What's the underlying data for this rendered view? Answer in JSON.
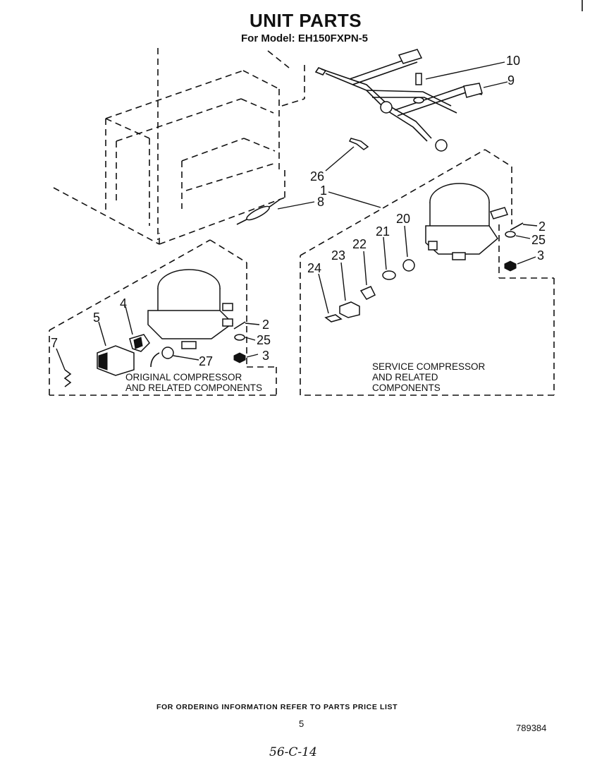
{
  "header": {
    "title": "UNIT PARTS",
    "model_line": "For Model: EH150FXPN-5"
  },
  "callouts": {
    "n10": "10",
    "n9": "9",
    "n26": "26",
    "n1": "1",
    "n8": "8",
    "n20": "20",
    "n21": "21",
    "n22": "22",
    "n23": "23",
    "n24": "24",
    "r2": "2",
    "r25": "25",
    "r3": "3",
    "n4": "4",
    "n5": "5",
    "n7": "7",
    "l2": "2",
    "l25": "25",
    "l3": "3",
    "n27": "27"
  },
  "captions": {
    "original_line1": "ORIGINAL COMPRESSOR",
    "original_line2": "AND RELATED COMPONENTS",
    "service_line1": "SERVICE COMPRESSOR",
    "service_line2": "AND RELATED",
    "service_line3": "COMPONENTS"
  },
  "footer": {
    "ordering_note": "FOR ORDERING INFORMATION REFER TO PARTS PRICE LIST",
    "page_number": "5",
    "doc_number": "789384",
    "handwritten_note": "56-C-14"
  }
}
